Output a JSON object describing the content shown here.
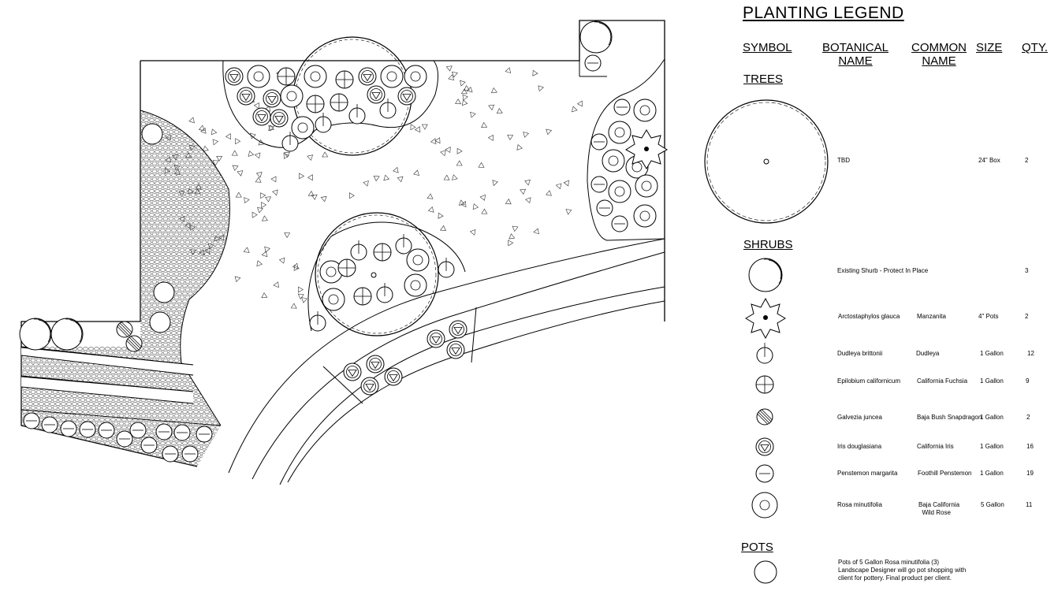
{
  "legend": {
    "title": "PLANTING LEGEND",
    "headers": {
      "symbol": "SYMBOL",
      "botanical_1": "BOTANICAL",
      "botanical_2": "NAME",
      "common_1": "COMMON",
      "common_2": "NAME",
      "size": "SIZE",
      "qty": "QTY."
    },
    "sections": {
      "trees": "TREES",
      "shrubs": "SHRUBS",
      "pots": "POTS"
    },
    "trees": [
      {
        "botanical": "TBD",
        "common": "",
        "size": "24\" Box",
        "qty": "2",
        "symbol": "tree-icon"
      }
    ],
    "shrubs": [
      {
        "botanical": "Existing Shurb  -  Protect In Place",
        "common": "",
        "size": "",
        "qty": "3",
        "symbol": "existing-shrub-icon"
      },
      {
        "botanical": "Arctostaphylos glauca",
        "common": "Manzanita",
        "size": "4\" Pots",
        "qty": "2",
        "symbol": "manzanita-star-icon"
      },
      {
        "botanical": "Dudleya brittonii",
        "common": "Dudleya",
        "size": "1 Gallon",
        "qty": "12",
        "symbol": "dudleya-icon"
      },
      {
        "botanical": "Epilobium californicum",
        "common": "California Fuchsia",
        "size": "1 Gallon",
        "qty": "9",
        "symbol": "california-fuchsia-icon"
      },
      {
        "botanical": "Galvezia juncea",
        "common": "Baja Bush Snapdragon",
        "size": "1 Gallon",
        "qty": "2",
        "symbol": "snapdragon-icon"
      },
      {
        "botanical": "Iris douglasiana",
        "common": "California Iris",
        "size": "1 Gallon",
        "qty": "16",
        "symbol": "iris-icon"
      },
      {
        "botanical": "Penstemon margarita",
        "common": "Foothill Penstemon",
        "size": "1 Gallon",
        "qty": "19",
        "symbol": "penstemon-icon"
      },
      {
        "botanical": "Rosa minutifolia",
        "common_1": "Baja California",
        "common_2": "Wild Rose",
        "size": "5 Gallon",
        "qty": "11",
        "symbol": "wild-rose-icon"
      }
    ],
    "pots": {
      "note_1": "Pots of 5 Gallon Rosa minutifolia (3)",
      "note_2": "Landscape Designer will go pot shopping with",
      "note_3": "client for pottery.  Final product per client.",
      "symbol": "pot-icon"
    }
  }
}
